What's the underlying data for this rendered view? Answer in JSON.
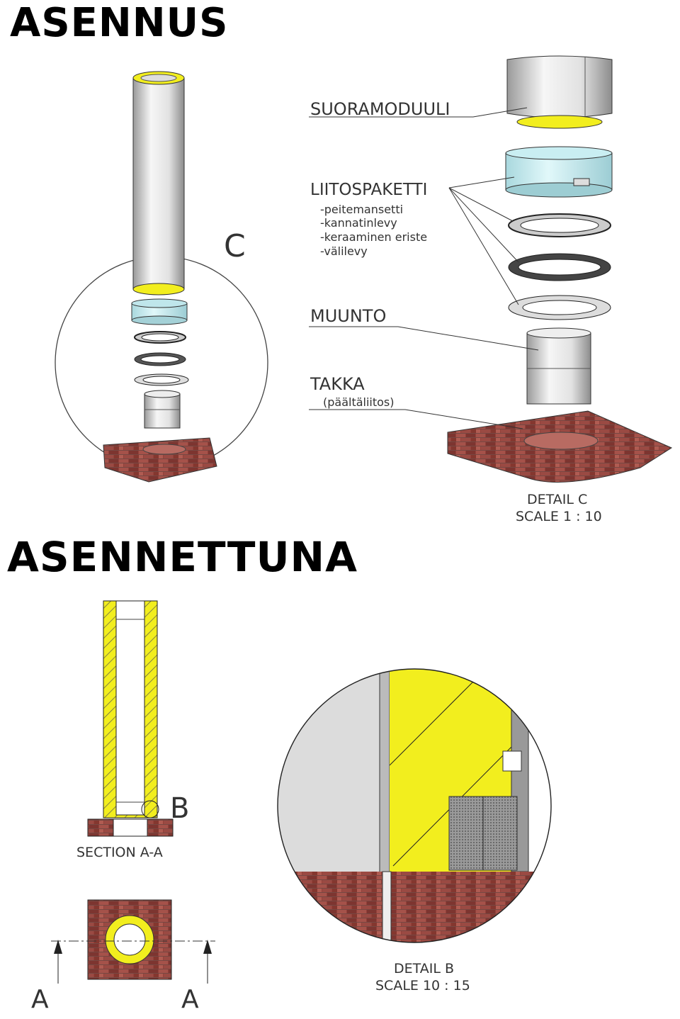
{
  "titles": {
    "install": "ASENNUS",
    "installed": "ASENNETTUNA"
  },
  "labels": {
    "detail_marker_c": "C",
    "straight_module": "SUORAMODUULI",
    "connection_kit": "LIITOSPAKETTI",
    "kit_items": [
      "-peitemansetti",
      "-kannatinlevy",
      "-keraaminen eriste",
      "-välilevy"
    ],
    "adapter": "MUUNTO",
    "fireplace": "TAKKA",
    "fireplace_note": "(päältäliitos)",
    "detail_c": "DETAIL C",
    "detail_c_scale": "SCALE 1 : 10",
    "detail_marker_b": "B",
    "section": "SECTION A-A",
    "section_left": "A",
    "section_right": "A",
    "detail_b": "DETAIL B",
    "detail_b_scale": "SCALE 10 : 15"
  },
  "colors": {
    "insulation": "#f2ee1e",
    "brick": "#8e3c36",
    "steel": "#e8e8e8",
    "cuff": "#c9eef2"
  }
}
